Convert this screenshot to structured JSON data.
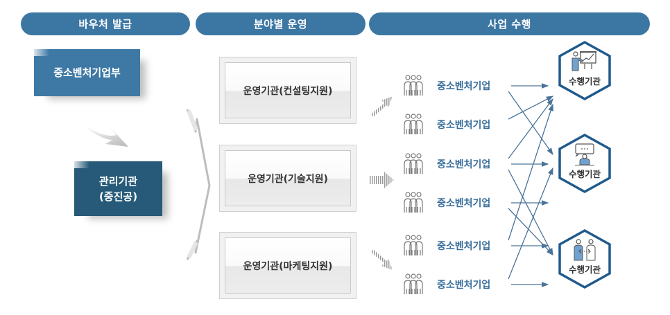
{
  "headers": [
    "바우처 발급",
    "분야별 운영",
    "사업 수행"
  ],
  "ministry": {
    "label": "중소벤처기업부"
  },
  "agency": {
    "line1": "관리기관",
    "line2": "(중진공)"
  },
  "operators": [
    {
      "label": "운영기관(컨설팅지원)"
    },
    {
      "label": "운영기관(기술지원)"
    },
    {
      "label": "운영기관(마케팅지원)"
    }
  ],
  "companies": [
    {
      "label": "중소벤처기업",
      "icon": "people-group-icon"
    },
    {
      "label": "중소벤처기업",
      "icon": "people-group-icon"
    },
    {
      "label": "중소벤처기업",
      "icon": "people-group-icon"
    },
    {
      "label": "중소벤처기업",
      "icon": "people-group-icon"
    },
    {
      "label": "중소벤처기업",
      "icon": "people-group-icon"
    },
    {
      "label": "중소벤처기업",
      "icon": "people-group-icon"
    }
  ],
  "performers": [
    {
      "label": "수행기관",
      "icon": "presentation-icon"
    },
    {
      "label": "수행기관",
      "icon": "speech-consult-icon"
    },
    {
      "label": "수행기관",
      "icon": "exchange-people-icon"
    }
  ],
  "connections": [
    {
      "from_company": 0,
      "to_performer": 0
    },
    {
      "from_company": 0,
      "to_performer": 1
    },
    {
      "from_company": 1,
      "to_performer": 0
    },
    {
      "from_company": 2,
      "to_performer": 0
    },
    {
      "from_company": 2,
      "to_performer": 1
    },
    {
      "from_company": 2,
      "to_performer": 2
    },
    {
      "from_company": 3,
      "to_performer": 1
    },
    {
      "from_company": 3,
      "to_performer": 2
    },
    {
      "from_company": 4,
      "to_performer": 0
    },
    {
      "from_company": 4,
      "to_performer": 2
    },
    {
      "from_company": 5,
      "to_performer": 1
    },
    {
      "from_company": 5,
      "to_performer": 2
    }
  ],
  "colors": {
    "primary": "#3c76a3",
    "agency": "#265a78",
    "text_company": "#3a6f9c",
    "hex_stroke": "#1f5a8c",
    "arrow": "#4a7398"
  }
}
